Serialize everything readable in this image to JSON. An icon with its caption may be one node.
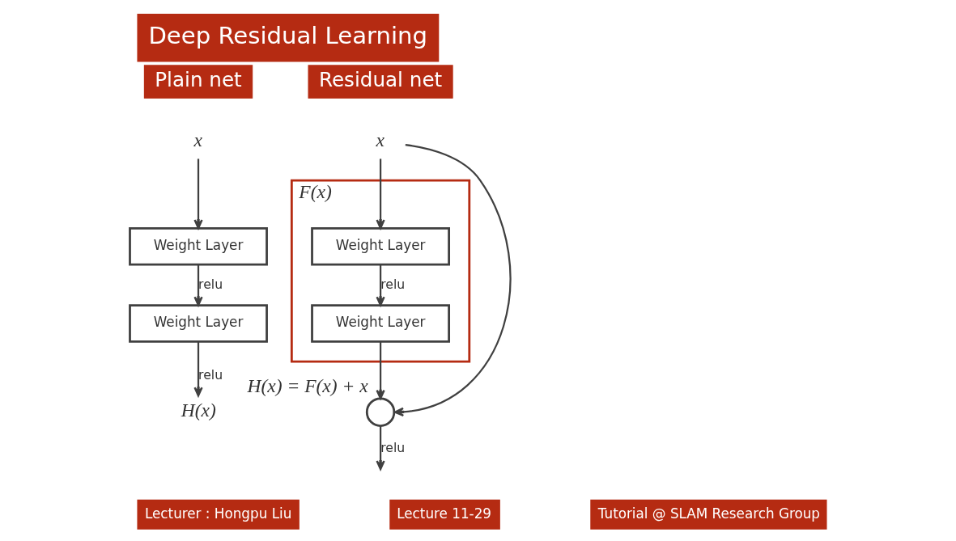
{
  "diagram": {
    "title": "Deep Residual Learning",
    "nodes": [
      {
        "text": [
          "Plain net"
        ]
      },
      {
        "text": [
          "Residual net"
        ]
      },
      {
        "text": [
          "x"
        ]
      },
      {
        "text": [
          "Weight Layer"
        ]
      },
      {
        "text": [
          "Weight Layer"
        ]
      },
      {
        "text": [
          "H(x)"
        ]
      },
      {
        "text": [
          "x"
        ]
      },
      {
        "text": [
          "F(x)"
        ]
      },
      {
        "text": [
          "Weight Layer"
        ],
        "in": 7
      },
      {
        "text": [
          "Weight Layer"
        ],
        "in": 7
      },
      {
        "text": [],
        "shape": "circle",
        "beside": [
          "H(x) = F(x) + x"
        ]
      }
    ],
    "edges": [
      {
        "from": 2,
        "to": 3,
        "arrow": "to"
      },
      {
        "from": 3,
        "to": 4,
        "arrow": "to",
        "label": "relu"
      },
      {
        "from": 4,
        "to": 5,
        "arrow": "to",
        "label": "relu"
      },
      {
        "from": 6,
        "to": 8,
        "arrow": "to"
      },
      {
        "from": 8,
        "to": 9,
        "arrow": "to",
        "label": "relu"
      },
      {
        "from": 9,
        "to": 10,
        "arrow": "to"
      },
      {
        "from": 6,
        "to": 10,
        "arrow": "to"
      },
      {
        "from": 10,
        "to": null,
        "arrow": "to",
        "label": "relu"
      }
    ],
    "labels": [
      "Lecturer : Hongpu Liu",
      "Lecture 11-29",
      "Tutorial @ SLAM Research Group"
    ]
  }
}
